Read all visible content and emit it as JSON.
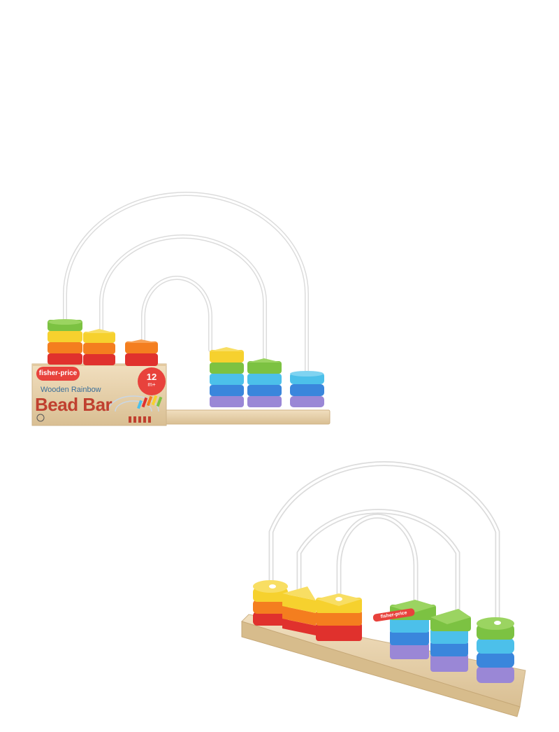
{
  "package": {
    "brand": "fisher-price",
    "subtitle": "Wooden Rainbow",
    "title": "Bead Bar",
    "age_number": "12",
    "age_unit": "m+"
  },
  "toy_brand_mark": "fisher-price",
  "colors": {
    "red": "#e0312d",
    "orange": "#f47e1f",
    "yellow": "#f6d12e",
    "green": "#7cc242",
    "cyan": "#4cc0ea",
    "blue": "#3a86dc",
    "purple": "#9a87d6",
    "wood": "#ead5b0",
    "wire": "#f4f4f4",
    "brand_red": "#e8423c"
  }
}
